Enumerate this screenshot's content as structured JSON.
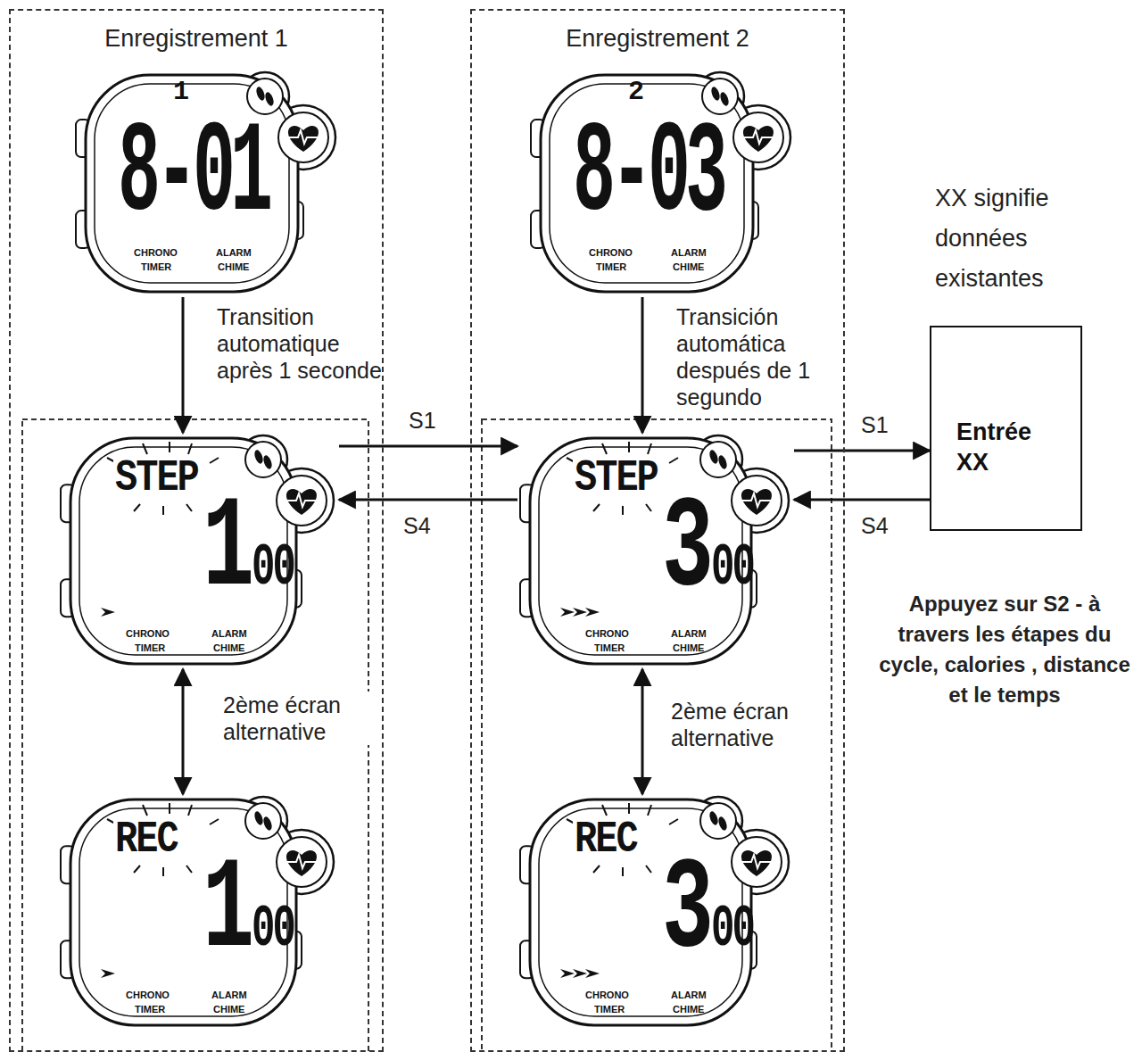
{
  "diagram": {
    "nodes": [
      {
        "text": [
          "Enregistrement 1"
        ]
      },
      {
        "text": [
          "1",
          "8-01",
          "CHRONO",
          "TIMER",
          "ALARM",
          "CHIME"
        ],
        "in": 0
      },
      {
        "text": [
          "STEP",
          "100",
          "CHRONO",
          "TIMER",
          "ALARM",
          "CHIME"
        ],
        "in": 0
      },
      {
        "text": [
          "REC",
          "100",
          "CHRONO",
          "TIMER",
          "ALARM",
          "CHIME"
        ],
        "in": 0
      },
      {
        "text": [
          "Enregistrement 2"
        ]
      },
      {
        "text": [
          "2",
          "8-03",
          "CHRONO",
          "TIMER",
          "ALARM",
          "CHIME"
        ],
        "in": 4
      },
      {
        "text": [
          "STEP",
          "300",
          "CHRONO",
          "TIMER",
          "ALARM",
          "CHIME"
        ],
        "in": 4
      },
      {
        "text": [
          "REC",
          "300",
          "CHRONO",
          "TIMER",
          "ALARM",
          "CHIME"
        ],
        "in": 4
      },
      {
        "text": [
          "Entrée XX"
        ]
      }
    ],
    "edges": [
      {
        "from": 1,
        "to": 2,
        "arrow": "to",
        "label": "Transition automatique après 1 seconde"
      },
      {
        "from": 2,
        "to": 6,
        "arrow": "to",
        "label": "S1"
      },
      {
        "from": 6,
        "to": 2,
        "arrow": "to",
        "label": "S4"
      },
      {
        "from": 2,
        "to": 3,
        "arrow": "both",
        "label": "2ème écran alternative"
      },
      {
        "from": 5,
        "to": 6,
        "arrow": "to",
        "label": "Transición automática después de 1 segundo"
      },
      {
        "from": 6,
        "to": 7,
        "arrow": "both",
        "label": "2ème écran alternative"
      },
      {
        "from": 6,
        "to": 8,
        "arrow": "to",
        "label": "S1"
      },
      {
        "from": 8,
        "to": 6,
        "arrow": "to",
        "label": "S4"
      }
    ],
    "labels": [
      "XX signifie données existantes",
      "Appuyez sur S2 - à travers les étapes du cycle, calories , distance et le temps"
    ]
  }
}
